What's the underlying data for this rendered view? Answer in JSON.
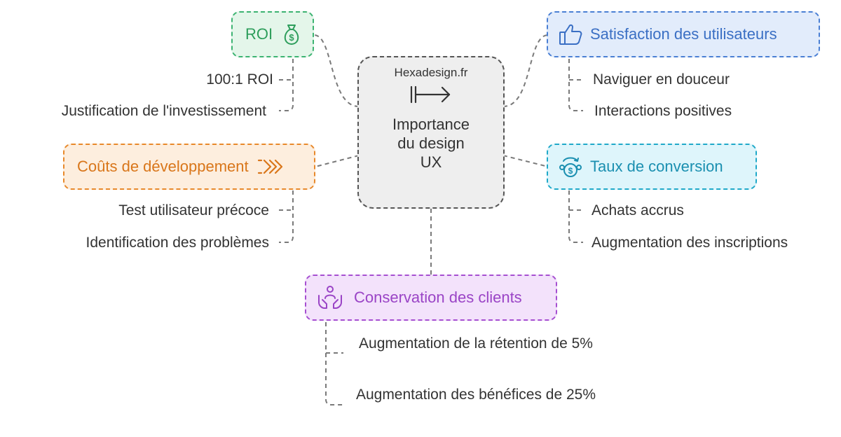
{
  "center": {
    "brand": "Hexadesign.fr",
    "title_line1": "Importance",
    "title_line2": "du design",
    "title_line3": "UX"
  },
  "branches": {
    "roi": {
      "label": "ROI",
      "icon": "money-bag-icon",
      "color": "#3cb371",
      "items": [
        "100:1 ROI",
        "Justification de l'investissement"
      ]
    },
    "costs": {
      "label": "Coûts de développement",
      "icon": "fast-forward-chevrons-icon",
      "color": "#e8892b",
      "items": [
        "Test utilisateur précoce",
        "Identification des problèmes"
      ]
    },
    "satisfaction": {
      "label": "Satisfaction des utilisateurs",
      "icon": "thumbs-up-icon",
      "color": "#4a7fd4",
      "items": [
        "Naviguer en douceur",
        "Interactions positives"
      ]
    },
    "conversion": {
      "label": "Taux de conversion",
      "icon": "coin-exchange-icon",
      "color": "#1fa9c9",
      "items": [
        "Achats accrus",
        "Augmentation des inscriptions"
      ]
    },
    "retention": {
      "label": "Conservation des clients",
      "icon": "care-hands-icon",
      "color": "#a64fd1",
      "items": [
        "Augmentation de la rétention de 5%",
        "Augmentation des bénéfices de 25%"
      ]
    }
  }
}
